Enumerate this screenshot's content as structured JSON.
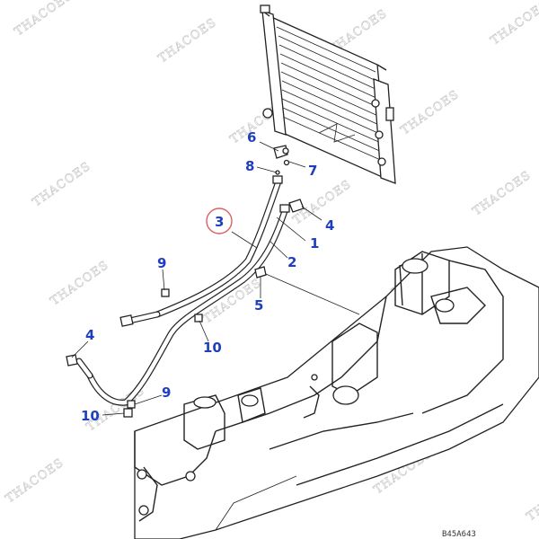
{
  "callouts": [
    {
      "id": "c1",
      "text": "1"
    },
    {
      "id": "c2",
      "text": "2"
    },
    {
      "id": "c3",
      "text": "3"
    },
    {
      "id": "c4a",
      "text": "4"
    },
    {
      "id": "c4b",
      "text": "4"
    },
    {
      "id": "c5",
      "text": "5"
    },
    {
      "id": "c6",
      "text": "6"
    },
    {
      "id": "c7",
      "text": "7"
    },
    {
      "id": "c8",
      "text": "8"
    },
    {
      "id": "c9a",
      "text": "9"
    },
    {
      "id": "c9b",
      "text": "9"
    },
    {
      "id": "c10a",
      "text": "10"
    },
    {
      "id": "c10b",
      "text": "10"
    }
  ],
  "watermark": "THACOES",
  "reference_code": "B45A643",
  "colors": {
    "callout": "#1f3fbf",
    "highlight_circle": "#e06060",
    "watermark": "#cfcfcf"
  }
}
